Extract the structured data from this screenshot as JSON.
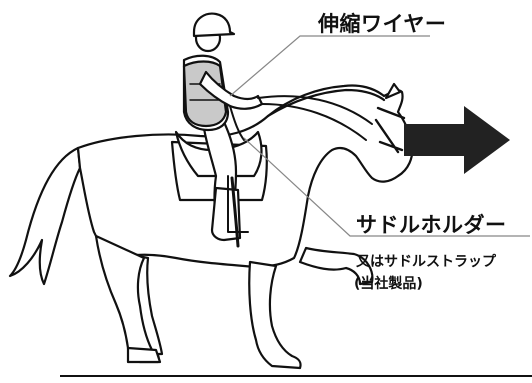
{
  "labels": {
    "wire": "伸縮ワイヤー",
    "holder": "サドルホルダー",
    "strap": "又はサドルストラップ",
    "company": "(当社製品)"
  },
  "colors": {
    "ink": "#111111",
    "vest": "#c9c9c9",
    "leader_line": "#888888",
    "arrow": "#222222"
  },
  "icons": {
    "direction": "right-arrow-icon"
  }
}
